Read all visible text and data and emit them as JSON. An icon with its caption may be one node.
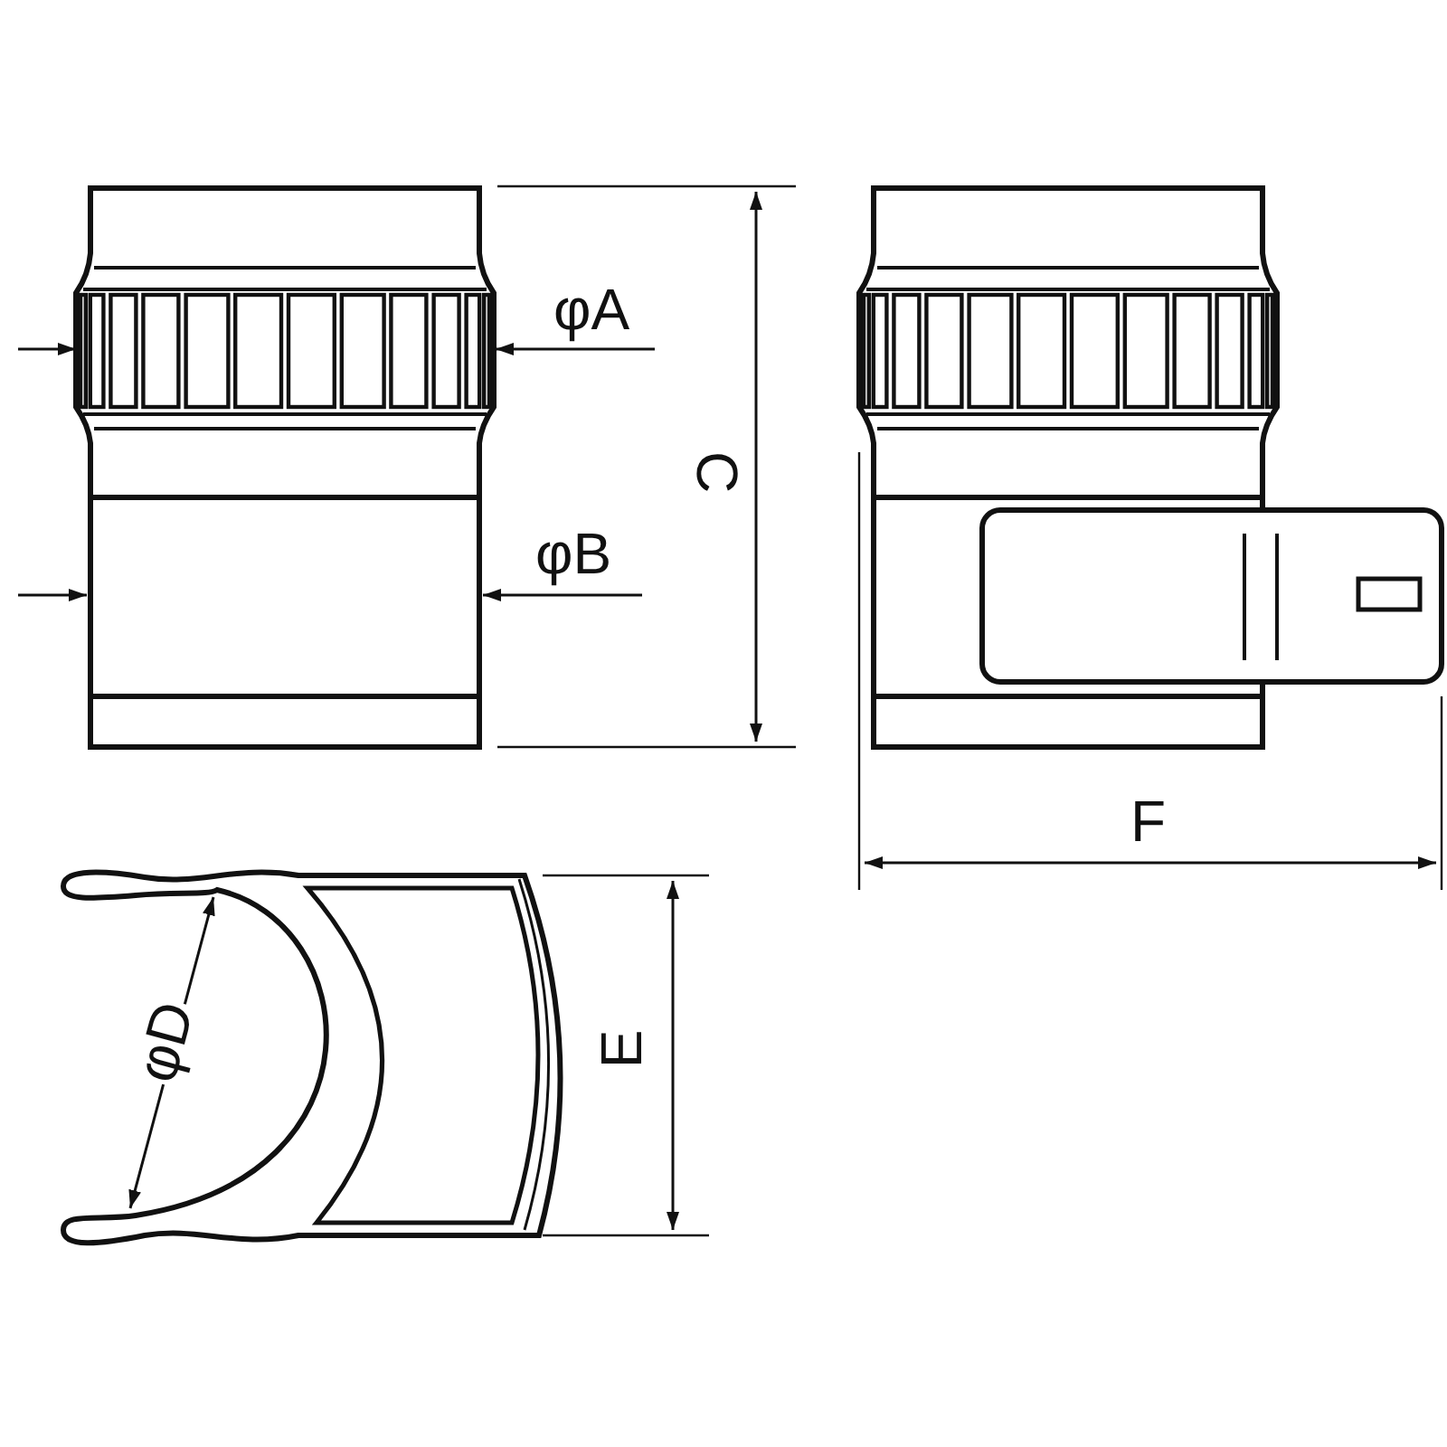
{
  "diagram": {
    "labels": [
      "φA",
      "φB",
      "C",
      "F",
      "φD",
      "E"
    ]
  }
}
